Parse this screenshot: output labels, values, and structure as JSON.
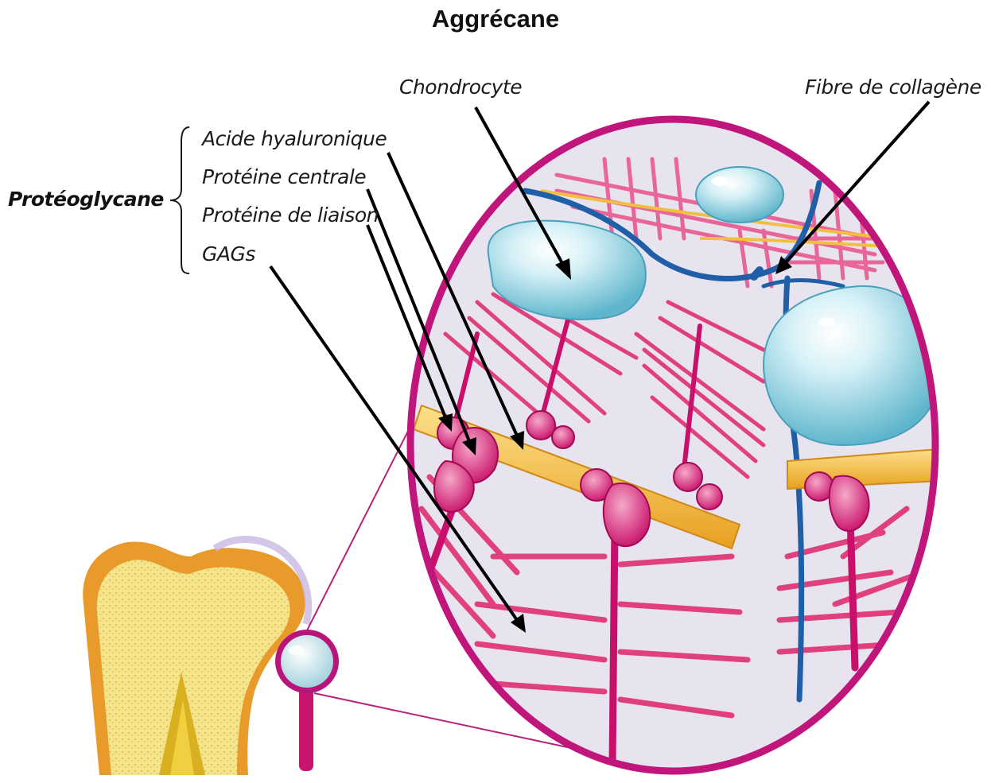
{
  "title": "Aggrécane",
  "labels": {
    "chondrocyte": "Chondrocyte",
    "collagen_fiber": "Fibre de collagène",
    "group": "Protéoglycane",
    "hyaluronic_acid": "Acide hyaluronique",
    "core_protein": "Protéine centrale",
    "link_protein": "Protéine de liaison",
    "gags": "GAGs"
  },
  "colors": {
    "matrix_background": "#e8e4f0",
    "circle_border": "#c0157a",
    "proteoglycan": "#e0407e",
    "hyaluronic_band": "#f5c542",
    "collagen": "#1f5fa8",
    "chondrocyte": "#9fd8e6",
    "bone": "#f2dc7a"
  }
}
